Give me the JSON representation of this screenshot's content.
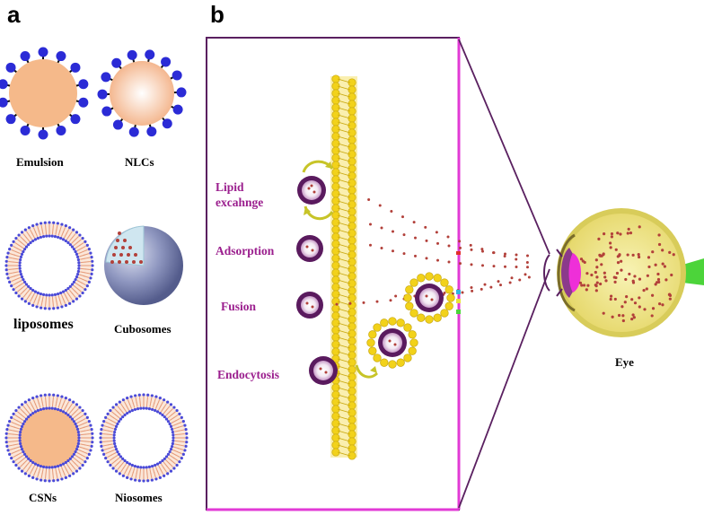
{
  "panel_a": {
    "letter": "a",
    "items": [
      {
        "label": "Emulsion"
      },
      {
        "label": "NLCs"
      },
      {
        "label": "liposomes"
      },
      {
        "label": "Cubosomes"
      },
      {
        "label": "CSNs"
      },
      {
        "label": "Niosomes"
      }
    ]
  },
  "panel_b": {
    "letter": "b",
    "mechanisms": [
      {
        "line1": "Lipid",
        "line2": "excahnge"
      },
      {
        "line1": "Adsorption"
      },
      {
        "line1": "Fusion"
      },
      {
        "line1": "Endocytosis"
      }
    ],
    "eye_label": "Eye"
  },
  "colors": {
    "lipid_head": "#2b2bd6",
    "core_orange": "#f5b98a",
    "mechanism_text": "#9b1f8e",
    "panel_border_right": "#e23ad6",
    "membrane_yellow": "#f2d21a",
    "drug_dots": "#b2403a",
    "eye_inner": "#f3ec9a",
    "optic_nerve": "#4cd43a"
  }
}
